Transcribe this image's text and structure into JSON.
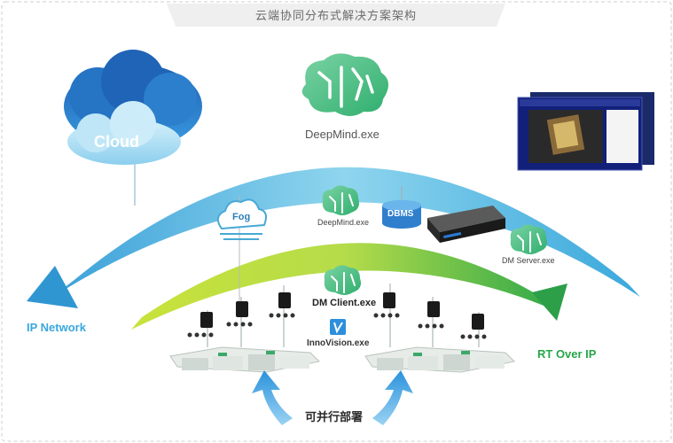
{
  "title": "云端协同分布式解决方案架构",
  "labels": {
    "cloud": "Cloud",
    "deepmind_top": "DeepMind.exe",
    "fog": "Fog",
    "dbms": "DBMS",
    "deepmind_small": "DeepMind.exe",
    "dm_server": "DM Server.exe",
    "dm_client": "DM Client.exe",
    "innovision": "InnoVision.exe",
    "ip_network": "IP Network",
    "rt_over_ip": "RT Over IP",
    "parallel_deploy": "可并行部署"
  },
  "colors": {
    "cloud_blue": "#2f86d6",
    "arc_blue": "#4ab8e4",
    "arc_green": "#5cbf3a",
    "brain_green": "#3fb87a",
    "label_blue": "#3aa7dd",
    "label_green": "#27a64a",
    "arrow_blue": "#3b9fe0"
  }
}
